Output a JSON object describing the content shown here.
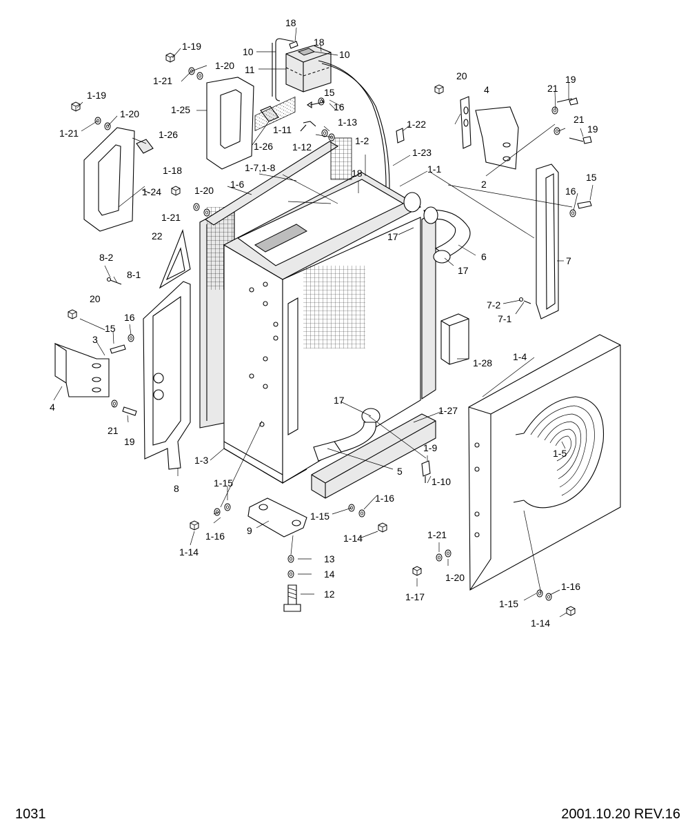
{
  "page_number": "1031",
  "revision": "2001.10.20 REV.16",
  "labels": {
    "p18a": "18",
    "p18b": "18",
    "p10a": "10",
    "p10b": "10",
    "p11": "11",
    "p1_19a": "1-19",
    "p1_20a": "1-20",
    "p1_21a": "1-21",
    "p1_25": "1-25",
    "p15a": "15",
    "p16a": "16",
    "p1_11": "1-11",
    "p1_13": "1-13",
    "p1_12": "1-12",
    "p1_26a": "1-26",
    "p1_22": "1-22",
    "p1_19b": "1-19",
    "p1_20b": "1-20",
    "p1_21b": "1-21",
    "p1_26b": "1-26",
    "p1_24": "1-24",
    "p20a": "20",
    "p4a": "4",
    "p21a": "21",
    "p19a": "19",
    "p21b": "21",
    "p19b": "19",
    "p1_2": "1-2",
    "p1_23": "1-23",
    "p1_1": "1-1",
    "p2": "2",
    "p1_18": "1-18",
    "p1_7_8": "1-7,1-8",
    "p18c": "18",
    "p1_6": "1-6",
    "p1_20c": "1-20",
    "p1_21c": "1-21",
    "p16b": "16",
    "p15b": "15",
    "p22": "22",
    "p17a": "17",
    "p6": "6",
    "p17b": "17",
    "p7": "7",
    "p8_2": "8-2",
    "p8_1": "8-1",
    "p20b": "20",
    "p7_2": "7-2",
    "p7_1": "7-1",
    "p15c": "15",
    "p16c": "16",
    "p3": "3",
    "p1_28": "1-28",
    "p4b": "4",
    "p1_4": "1-4",
    "p21c": "21",
    "p19c": "19",
    "p17c": "17",
    "p1_27": "1-27",
    "p8": "8",
    "p1_3": "1-3",
    "p1_5": "1-5",
    "p1_9": "1-9",
    "p5": "5",
    "p1_10": "1-10",
    "p1_15a": "1-15",
    "p1_16a": "1-16",
    "p1_15b": "1-15",
    "p9": "9",
    "p1_14a": "1-14",
    "p1_16b": "1-16",
    "p1_14b": "1-14",
    "p1_21d": "1-21",
    "p13": "13",
    "p1_20d": "1-20",
    "p14": "14",
    "p12": "12",
    "p1_17": "1-17",
    "p1_16c": "1-16",
    "p1_15c": "1-15",
    "p1_14c": "1-14"
  }
}
